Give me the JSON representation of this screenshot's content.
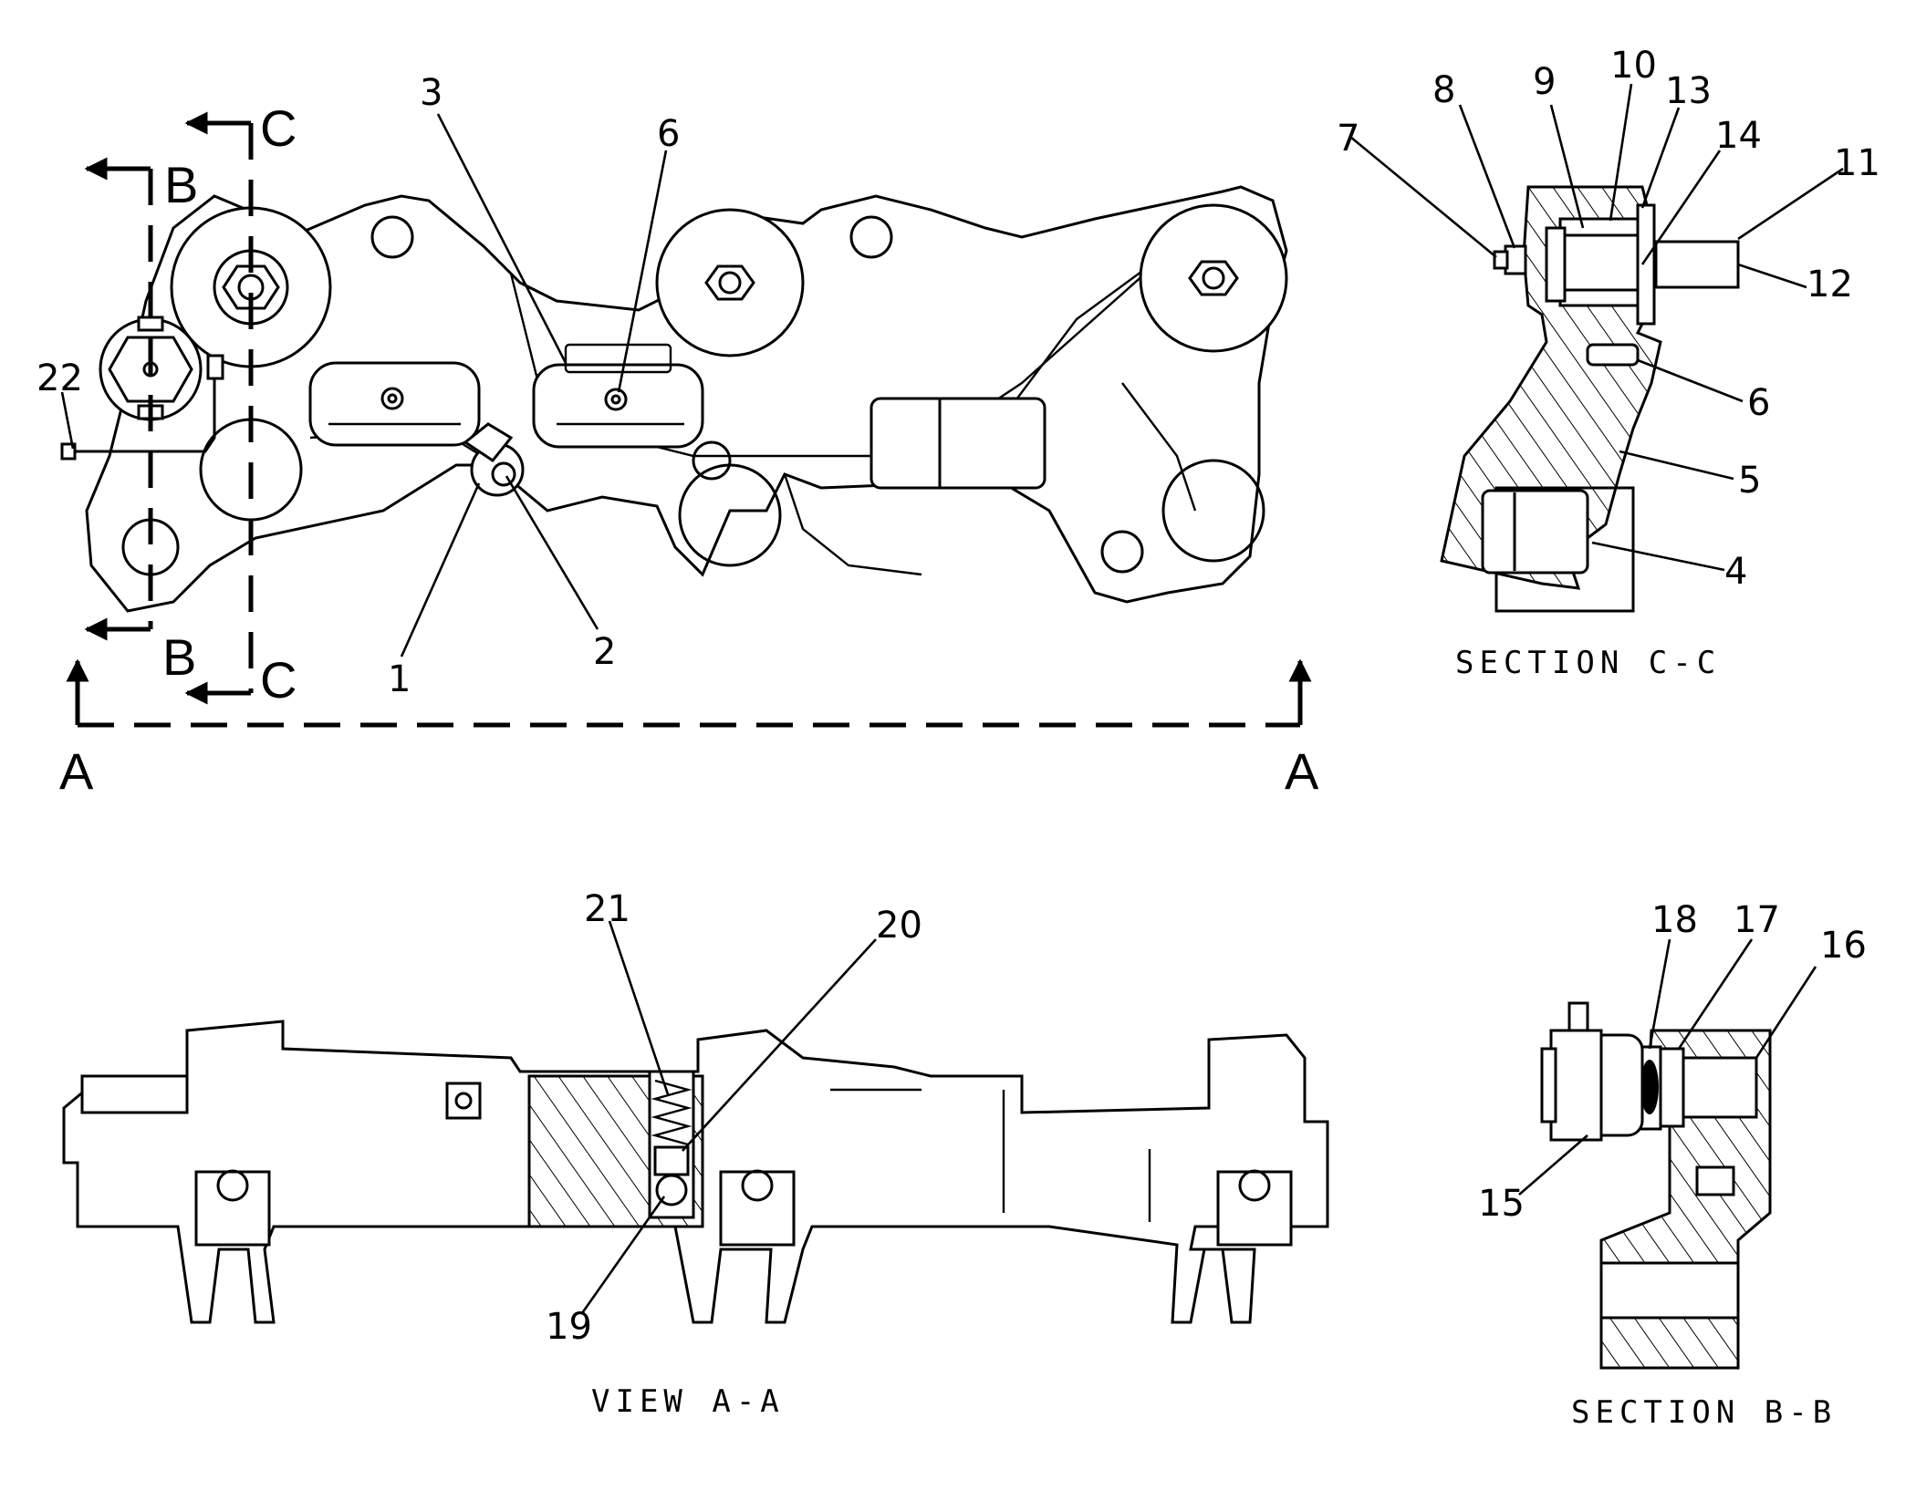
{
  "callouts": {
    "c1": "1",
    "c2": "2",
    "c3": "3",
    "c4": "4",
    "c5": "5",
    "c6a": "6",
    "c6b": "6",
    "c7": "7",
    "c8": "8",
    "c9": "9",
    "c10": "10",
    "c11": "11",
    "c12": "12",
    "c13": "13",
    "c14": "14",
    "c15": "15",
    "c16": "16",
    "c17": "17",
    "c18": "18",
    "c19": "19",
    "c20": "20",
    "c21": "21",
    "c22": "22"
  },
  "section_markers": {
    "a_left": "A",
    "a_right": "A",
    "b_top": "B",
    "b_bottom": "B",
    "c_top": "C",
    "c_bottom": "C"
  },
  "captions": {
    "section_cc": "SECTION C-C",
    "view_aa": "VIEW A-A",
    "section_bb": "SECTION B-B"
  }
}
